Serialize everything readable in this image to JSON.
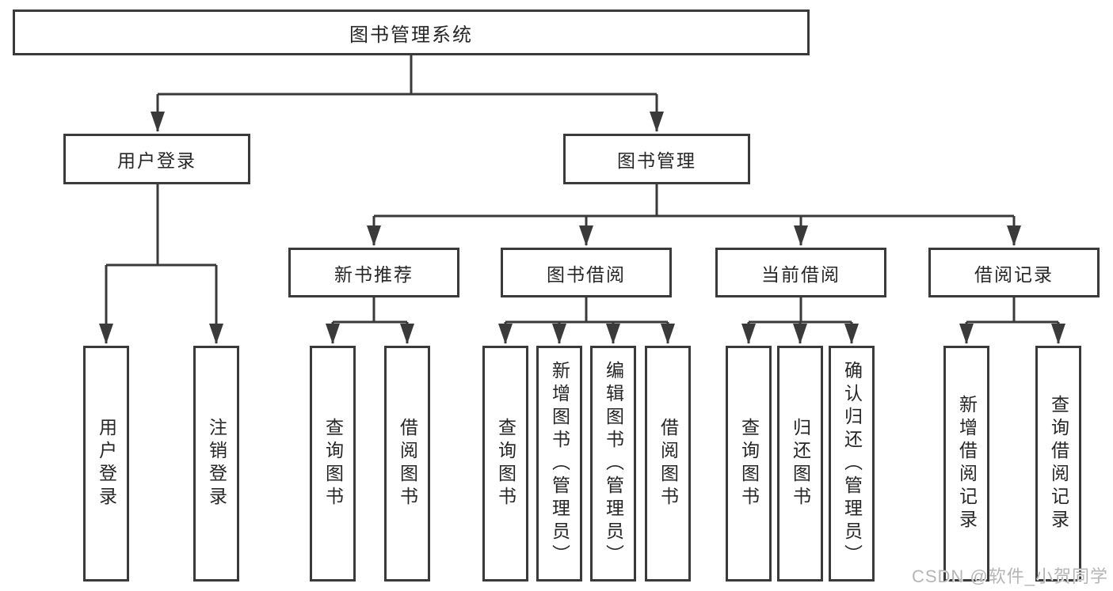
{
  "tree": {
    "root": {
      "label": "图书管理系统"
    },
    "level2": [
      {
        "label": "用户登录",
        "children": [
          {
            "label": "用户登录"
          },
          {
            "label": "注销登录"
          }
        ]
      },
      {
        "label": "图书管理",
        "children": [
          {
            "label": "新书推荐",
            "children": [
              {
                "label": "查询图书"
              },
              {
                "label": "借阅图书"
              }
            ]
          },
          {
            "label": "图书借阅",
            "children": [
              {
                "label": "查询图书"
              },
              {
                "label": "新增图书（管理员）"
              },
              {
                "label": "编辑图书（管理员）"
              },
              {
                "label": "借阅图书"
              }
            ]
          },
          {
            "label": "当前借阅",
            "children": [
              {
                "label": "查询图书"
              },
              {
                "label": "归还图书"
              },
              {
                "label": "确认归还（管理员）"
              }
            ]
          },
          {
            "label": "借阅记录",
            "children": [
              {
                "label": "新增借阅记录"
              },
              {
                "label": "查询借阅记录"
              }
            ]
          }
        ]
      }
    ]
  },
  "watermark": {
    "text": "CSDN @软件_小贺同学"
  },
  "colors": {
    "line": "#3a3a3a",
    "box_border": "#3a3a3a",
    "text": "#262626",
    "box_background": "#ffffff",
    "page_background": "#ffffff",
    "watermark": "#b5b5b5"
  }
}
